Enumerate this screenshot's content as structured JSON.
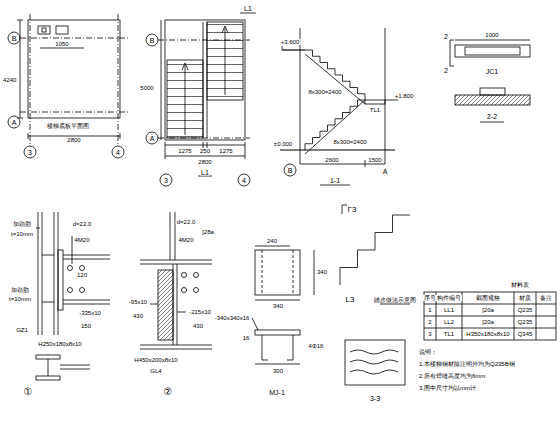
{
  "diagram": {
    "labels": [
      "楼梯底板平面图",
      "1050",
      "4240",
      "2800",
      "B",
      "A",
      "3",
      "4",
      "L1",
      "1275",
      "250",
      "1275",
      "2800",
      "L1",
      "5000",
      "B",
      "A",
      "3",
      "4",
      "1-1",
      "B",
      "A",
      "2600",
      "1500",
      "+1.800",
      "+3.600",
      "±0.000",
      "8x300=2400",
      "8x300=2400",
      "TL1",
      "2",
      "2",
      "1000",
      "JC1",
      "2-2",
      "加劲肋",
      "t=10mm",
      "d=22.0",
      "4M20",
      "120",
      "加劲肋",
      "t=10mm",
      "-335x10",
      "150",
      "GZ1",
      "H250x180x8x10",
      "①",
      "d=22.0",
      "[28a",
      "4M20",
      "-95x10",
      "430",
      "-215x10",
      "430",
      "H450x200x8x10",
      "GL4",
      "②",
      "-340x340x16",
      "240",
      "340",
      "340",
      "4Φ16",
      "16",
      "300",
      "MJ-1",
      "Γ3",
      "L3",
      "踏步做法示意图",
      "3-3",
      "材料表",
      "序号",
      "构件编号",
      "截面规格",
      "材质",
      "备注",
      "1",
      "LL1",
      "[20a",
      "Q235",
      "2",
      "LL2",
      "[20a",
      "Q235",
      "3",
      "TL1",
      "H350x180x8x10",
      "Q345",
      "说明：",
      "1.本楼梯钢材除注明外均为Q235B钢",
      "2.所有焊缝高度均为6mm",
      "3.图中尺寸均以mm计"
    ]
  }
}
